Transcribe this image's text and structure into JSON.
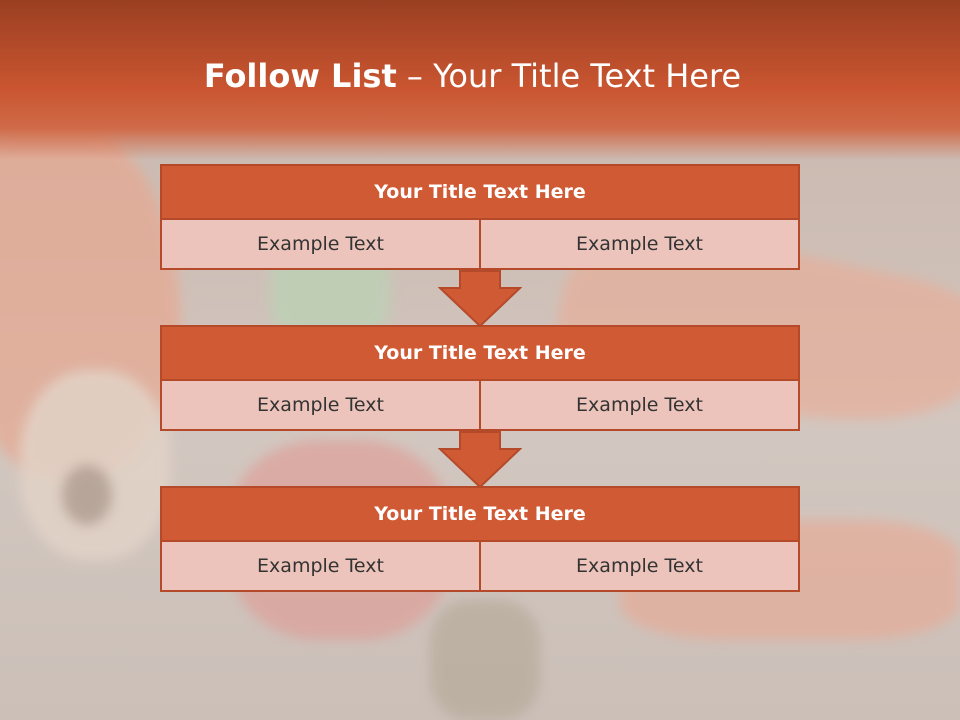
{
  "slide": {
    "title_bold": "Follow List",
    "title_rest": " – Your Title Text Here",
    "accent_color": "#d05a34",
    "cell_color": "#edc4bb"
  },
  "blocks": [
    {
      "title": "Your Title Text Here",
      "left_text": "Example Text",
      "right_text": "Example Text"
    },
    {
      "title": "Your Title Text Here",
      "left_text": "Example Text",
      "right_text": "Example Text"
    },
    {
      "title": "Your Title Text Here",
      "left_text": "Example Text",
      "right_text": "Example Text"
    }
  ],
  "arrows": [
    {
      "icon": "down-arrow-icon"
    },
    {
      "icon": "down-arrow-icon"
    }
  ]
}
